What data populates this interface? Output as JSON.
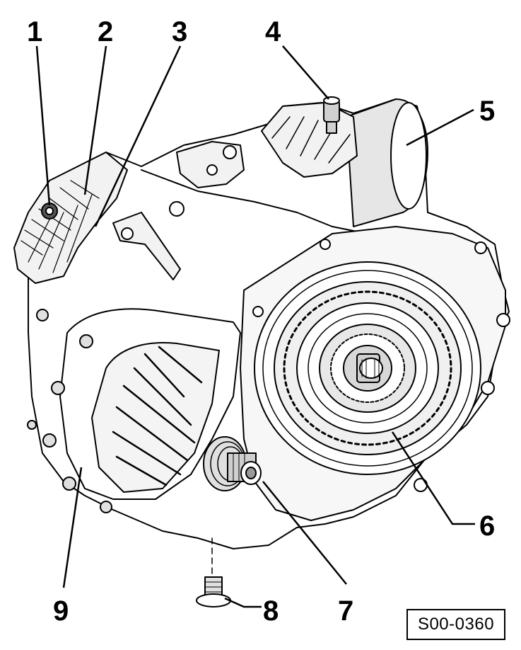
{
  "callouts": [
    {
      "id": "1",
      "label": "1"
    },
    {
      "id": "2",
      "label": "2"
    },
    {
      "id": "3",
      "label": "3"
    },
    {
      "id": "4",
      "label": "4"
    },
    {
      "id": "5",
      "label": "5"
    },
    {
      "id": "6",
      "label": "6"
    },
    {
      "id": "7",
      "label": "7"
    },
    {
      "id": "8",
      "label": "8"
    },
    {
      "id": "9",
      "label": "9"
    }
  ],
  "reference_code": "S00-0360",
  "colors": {
    "line": "#000000",
    "background": "#ffffff",
    "shade": "#e6e6e6"
  }
}
